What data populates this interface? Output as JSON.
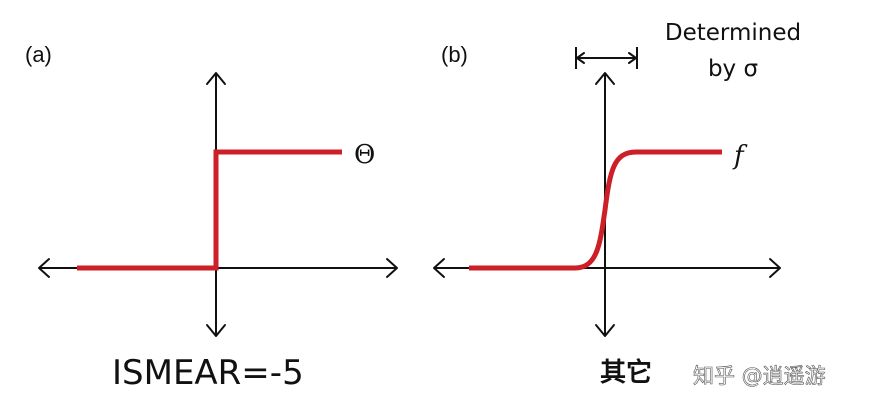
{
  "panel_a": {
    "label": "(a)",
    "curve_label": "Θ",
    "caption": "ISMEAR=-5"
  },
  "panel_b": {
    "label": "(b)",
    "curve_label": "f",
    "annotation_line1": "Determined",
    "annotation_line2": "by σ",
    "caption": "其它"
  },
  "watermark": "知乎 @逍遥游",
  "colors": {
    "curve": "#cc1f27",
    "axis": "#111111",
    "background": "#ffffff"
  }
}
